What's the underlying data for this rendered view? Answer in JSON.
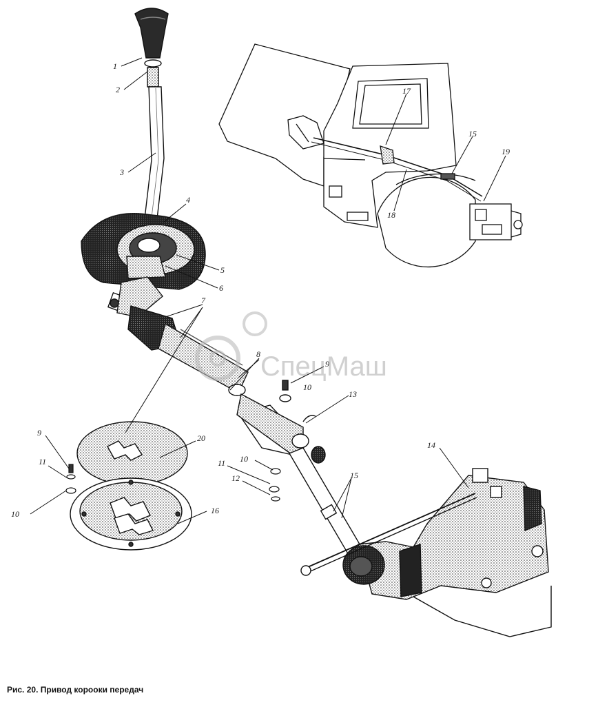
{
  "caption": "Рис. 20. Привод корооки передач",
  "watermark": {
    "text": "СпецМаш",
    "color": "#9a9a9a"
  },
  "callouts": [
    {
      "id": "c1",
      "text": "1"
    },
    {
      "id": "c2",
      "text": "2"
    },
    {
      "id": "c3",
      "text": "3"
    },
    {
      "id": "c4",
      "text": "4"
    },
    {
      "id": "c5",
      "text": "5"
    },
    {
      "id": "c6",
      "text": "6"
    },
    {
      "id": "c7",
      "text": "7"
    },
    {
      "id": "c8",
      "text": "8"
    },
    {
      "id": "c9a",
      "text": "9"
    },
    {
      "id": "c10a",
      "text": "10"
    },
    {
      "id": "c13",
      "text": "13"
    },
    {
      "id": "c14",
      "text": "14"
    },
    {
      "id": "c15a",
      "text": "15"
    },
    {
      "id": "c15b",
      "text": "15"
    },
    {
      "id": "c16",
      "text": "16"
    },
    {
      "id": "c17",
      "text": "17"
    },
    {
      "id": "c18",
      "text": "18"
    },
    {
      "id": "c19",
      "text": "19"
    },
    {
      "id": "c20",
      "text": "20"
    },
    {
      "id": "c9b",
      "text": "9"
    },
    {
      "id": "c11a",
      "text": "11"
    },
    {
      "id": "c10b",
      "text": "10"
    },
    {
      "id": "c10c",
      "text": "10"
    },
    {
      "id": "c11b",
      "text": "11"
    },
    {
      "id": "c12",
      "text": "12"
    }
  ]
}
